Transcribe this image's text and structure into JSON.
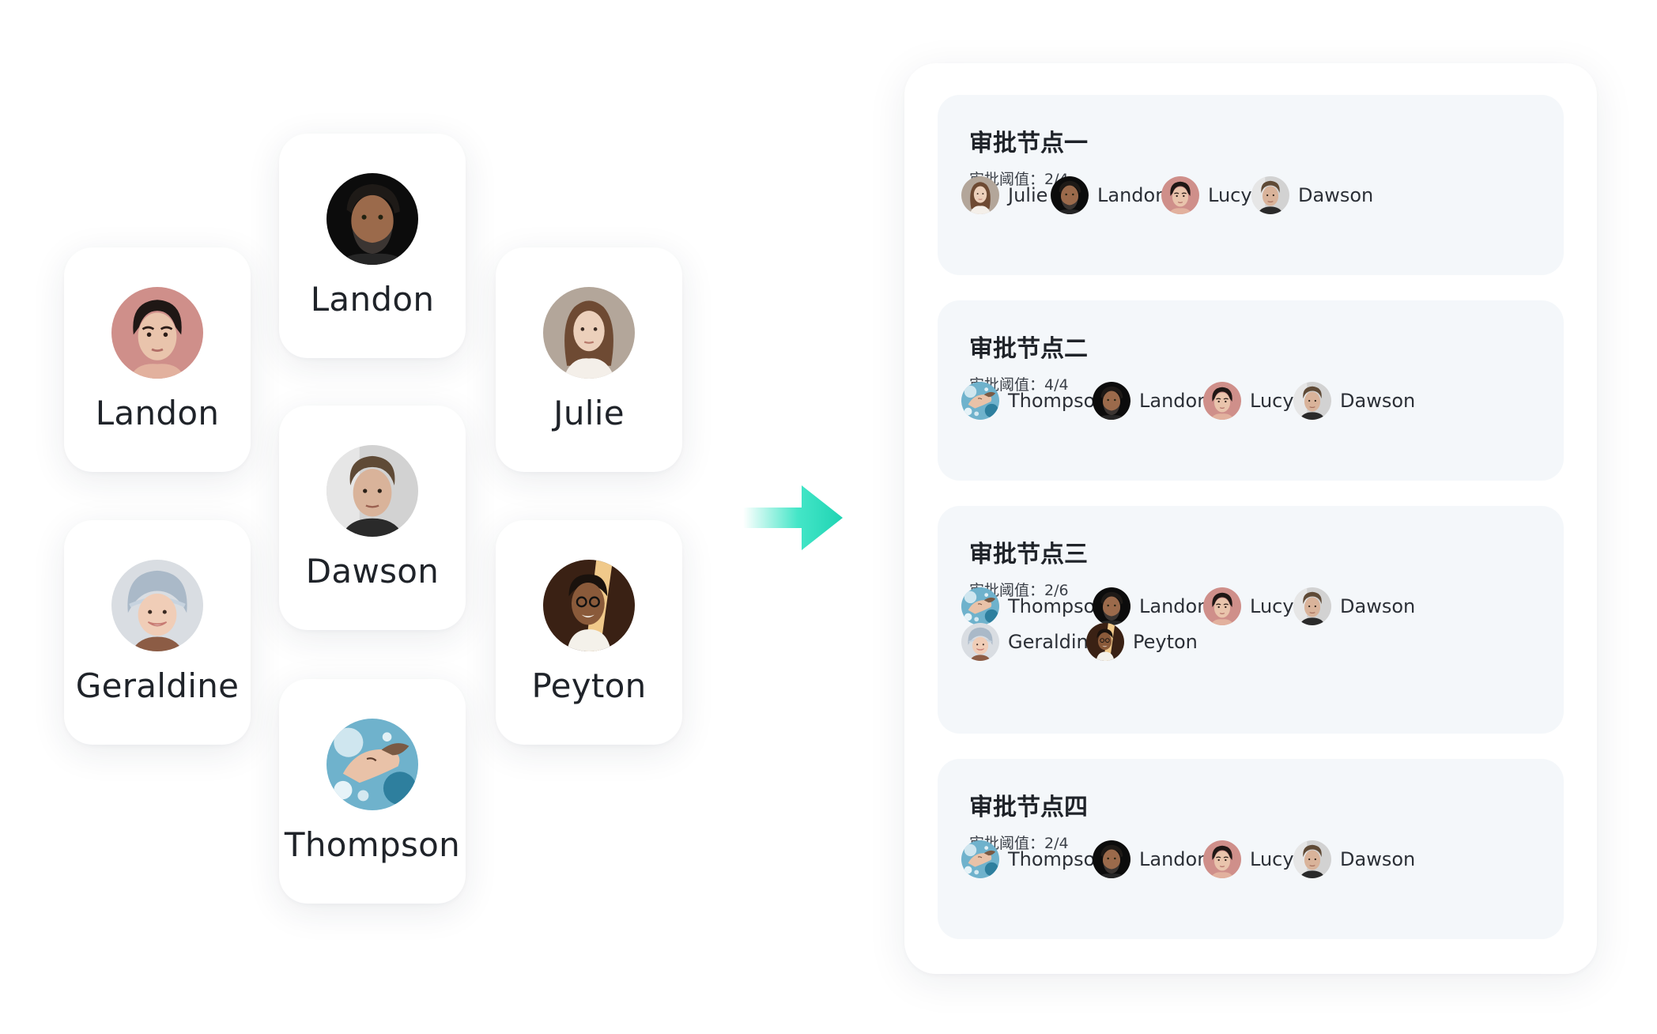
{
  "people": {
    "card_1": {
      "name": "Landon",
      "avatar": "landon-avatar"
    },
    "card_2": {
      "name": "Landon",
      "avatar": "lucy-avatar"
    },
    "card_3": {
      "name": "Julie",
      "avatar": "julie-avatar"
    },
    "card_4": {
      "name": "Dawson",
      "avatar": "dawson-avatar"
    },
    "card_5": {
      "name": "Geraldine",
      "avatar": "geraldine-avatar"
    },
    "card_6": {
      "name": "Peyton",
      "avatar": "peyton-avatar"
    },
    "card_7": {
      "name": "Thompson",
      "avatar": "thompson-avatar"
    }
  },
  "arrow": {
    "icon": "right-arrow-icon",
    "colors": [
      "#2fe3c1",
      "#1fd3b3"
    ]
  },
  "panel": {
    "nodes": [
      {
        "title": "审批节点一",
        "threshold": "审批阈值：2/4",
        "members": [
          {
            "name": "Julie",
            "avatar": "julie-avatar"
          },
          {
            "name": "Landon",
            "avatar": "landon-avatar"
          },
          {
            "name": "Lucy",
            "avatar": "lucy-avatar"
          },
          {
            "name": "Dawson",
            "avatar": "dawson-avatar"
          }
        ]
      },
      {
        "title": "审批节点二",
        "threshold": "审批阈值：4/4",
        "members": [
          {
            "name": "Thompson",
            "avatar": "thompson-avatar"
          },
          {
            "name": "Landon",
            "avatar": "landon-avatar"
          },
          {
            "name": "Lucy",
            "avatar": "lucy-avatar"
          },
          {
            "name": "Dawson",
            "avatar": "dawson-avatar"
          }
        ]
      },
      {
        "title": "审批节点三",
        "threshold": "审批阈值：2/6",
        "members": [
          {
            "name": "Thompson",
            "avatar": "thompson-avatar"
          },
          {
            "name": "Landon",
            "avatar": "landon-avatar"
          },
          {
            "name": "Lucy",
            "avatar": "lucy-avatar"
          },
          {
            "name": "Dawson",
            "avatar": "dawson-avatar"
          },
          {
            "name": "Geraldine",
            "avatar": "geraldine-avatar"
          },
          {
            "name": "Peyton",
            "avatar": "peyton-avatar"
          }
        ]
      },
      {
        "title": "审批节点四",
        "threshold": "审批阈值：2/4",
        "members": [
          {
            "name": "Thompson",
            "avatar": "thompson-avatar"
          },
          {
            "name": "Landon",
            "avatar": "landon-avatar"
          },
          {
            "name": "Lucy",
            "avatar": "lucy-avatar"
          },
          {
            "name": "Dawson",
            "avatar": "dawson-avatar"
          }
        ]
      }
    ]
  }
}
